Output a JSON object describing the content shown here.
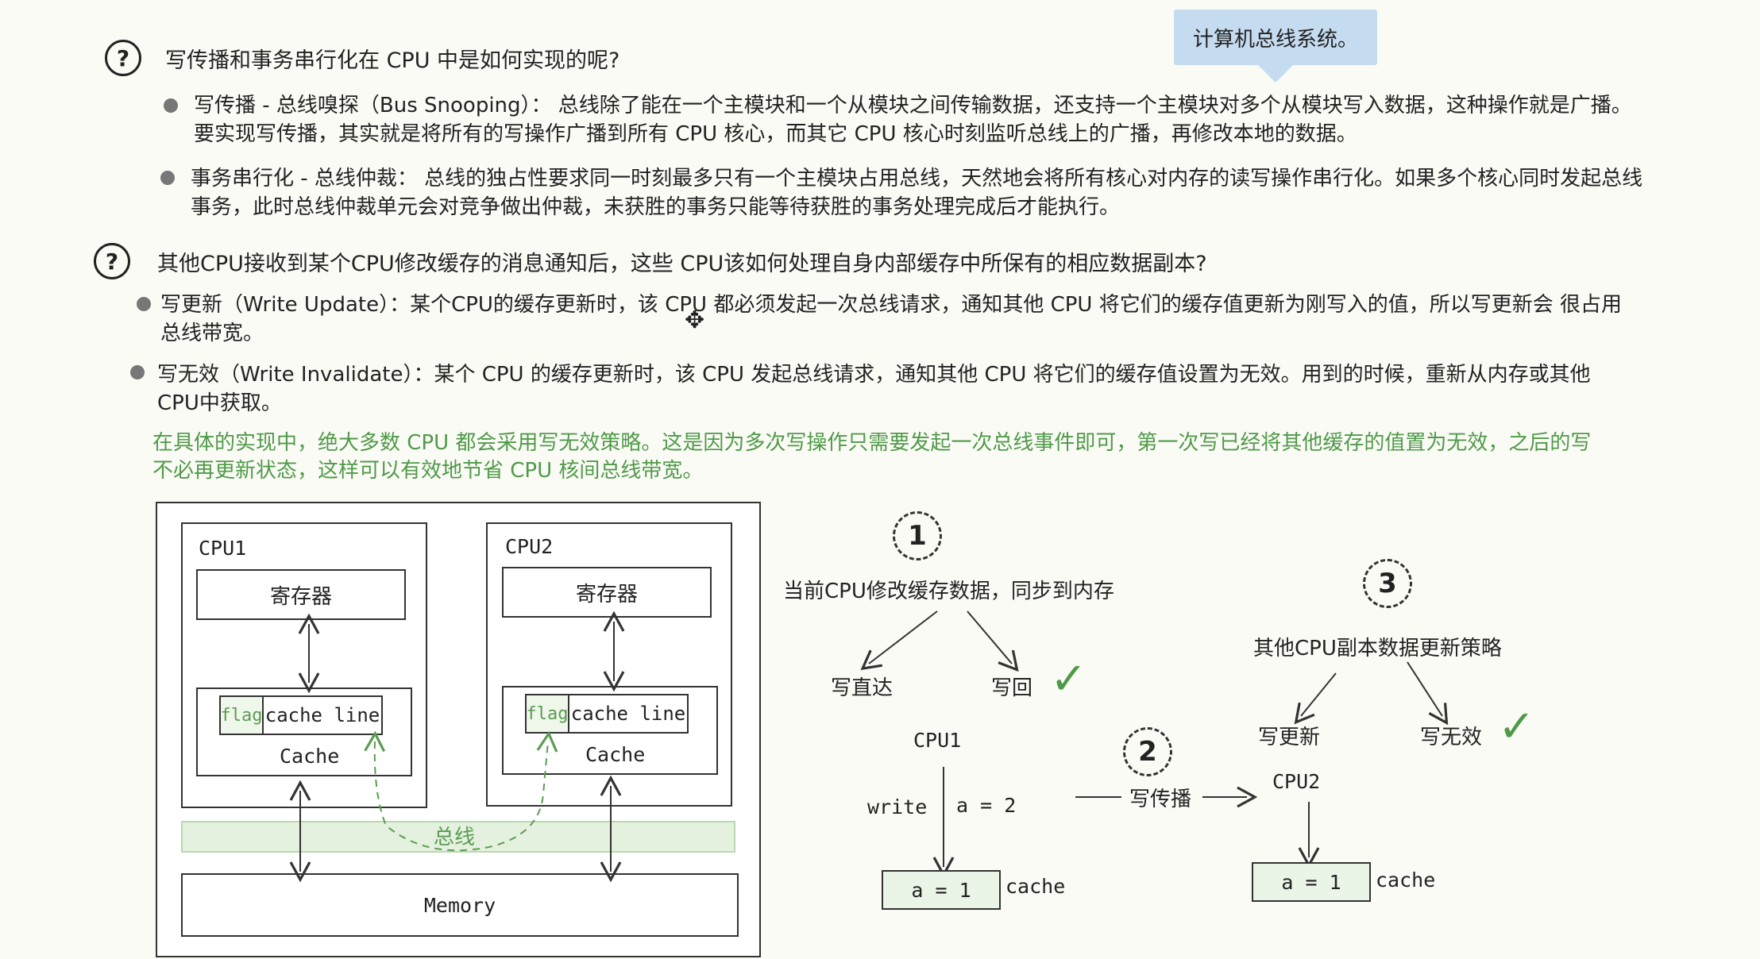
{
  "tooltip": "计算机总线系统。",
  "q1": {
    "icon": "?",
    "text": "写传播和事务串行化在 CPU 中是如何实现的呢?",
    "bullets": [
      "写传播 - 总线嗅探（Bus Snooping）： 总线除了能在一个主模块和一个从模块之间传输数据，还支持一个主模块对多个从模块写入数据，这种操作就是广播。要实现写传播，其实就是将所有的写操作广播到所有 CPU 核心，而其它 CPU 核心时刻监听总线上的广播，再修改本地的数据。",
      "事务串行化 - 总线仲裁： 总线的独占性要求同一时刻最多只有一个主模块占用总线，天然地会将所有核心对内存的读写操作串行化。如果多个核心同时发起总线事务，此时总线仲裁单元会对竞争做出仲裁，未获胜的事务只能等待获胜的事务处理完成后才能执行。"
    ]
  },
  "q2": {
    "icon": "?",
    "text": "其他CPU接收到某个CPU修改缓存的消息通知后，这些 CPU该如何处理自身内部缓存中所保有的相应数据副本?",
    "bullets": [
      "写更新（Write Update）：某个CPU的缓存更新时，该 CPU 都必须发起一次总线请求，通知其他 CPU 将它们的缓存值更新为刚写入的值，所以写更新会 很占用总线带宽。",
      "写无效（Write Invalidate）：某个 CPU 的缓存更新时，该 CPU 发起总线请求，通知其他 CPU 将它们的缓存值设置为无效。用到的时候，重新从内存或其他CPU中获取。"
    ]
  },
  "note": "在具体的实现中，绝大多数 CPU 都会采用写无效策略。这是因为多次写操作只需要发起一次总线事件即可，第一次写已经将其他缓存的值置为无效，之后的写不必再更新状态，这样可以有效地节省 CPU 核间总线带宽。",
  "diagram_left": {
    "cpu1": "CPU1",
    "cpu2": "CPU2",
    "register": "寄存器",
    "flag": "flag",
    "cache_line": "cache line",
    "cache": "Cache",
    "bus": "总线",
    "memory": "Memory"
  },
  "diagram_right": {
    "step1": "1",
    "step1_text": "当前CPU修改缓存数据，同步到内存",
    "write_through": "写直达",
    "write_back": "写回",
    "check": "✓",
    "cpu1": "CPU1",
    "write": "write",
    "assign": "a = 2",
    "cpu1_value": "a = 1",
    "cache_label": "cache",
    "step2": "2",
    "propagate": "写传播",
    "cpu2": "CPU2",
    "cpu2_value": "a = 1",
    "step3": "3",
    "step3_text": "其他CPU副本数据更新策略",
    "write_update": "写更新",
    "write_invalidate": "写无效"
  }
}
